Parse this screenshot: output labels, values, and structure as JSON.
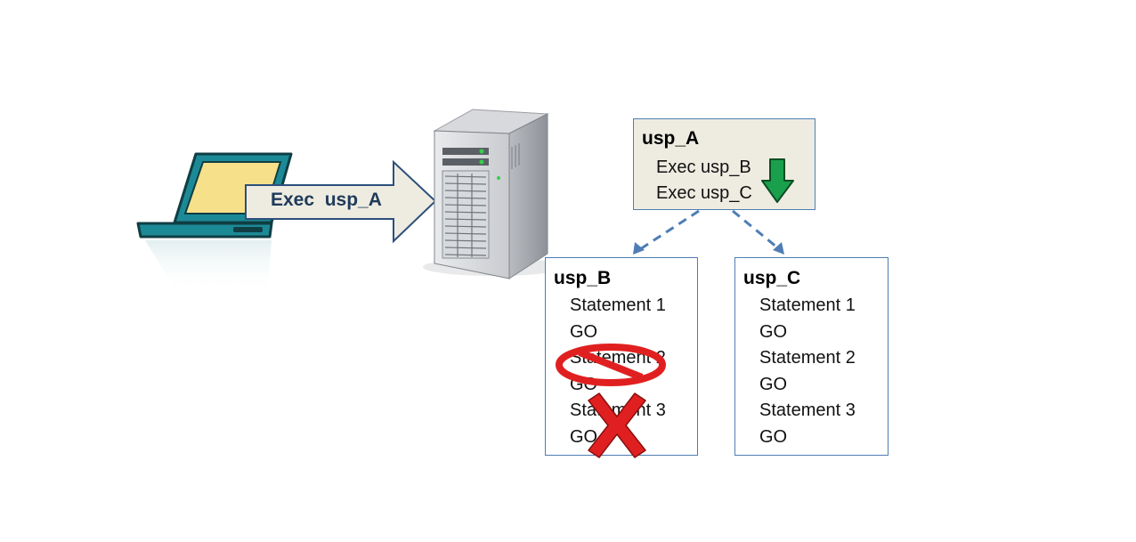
{
  "request": {
    "label": "Exec  usp_A"
  },
  "procedures": {
    "usp_a": {
      "title": "usp_A",
      "lines": [
        "Exec usp_B",
        "Exec usp_C"
      ]
    },
    "usp_b": {
      "title": "usp_B",
      "lines": [
        "Statement 1",
        "GO",
        "Statement 2",
        "GO",
        "Statement 3",
        "GO"
      ]
    },
    "usp_c": {
      "title": "usp_C",
      "lines": [
        "Statement 1",
        "GO",
        "Statement 2",
        "GO",
        "Statement 3",
        "GO"
      ]
    }
  },
  "colors": {
    "box_fill_a": "#eeece1",
    "box_border": "#4f7db4",
    "arrow_fill": "#eeece1",
    "arrow_border": "#2c4f7c",
    "connector": "#4f7db4",
    "down_arrow": "#1aa04c",
    "prohibit": "#e02020",
    "cross": "#e02020",
    "laptop_body": "#1c8a96",
    "laptop_screen": "#f7e08a"
  },
  "icons": [
    "laptop-icon",
    "server-tower-icon",
    "down-arrow-icon",
    "prohibited-icon",
    "red-x-icon"
  ]
}
